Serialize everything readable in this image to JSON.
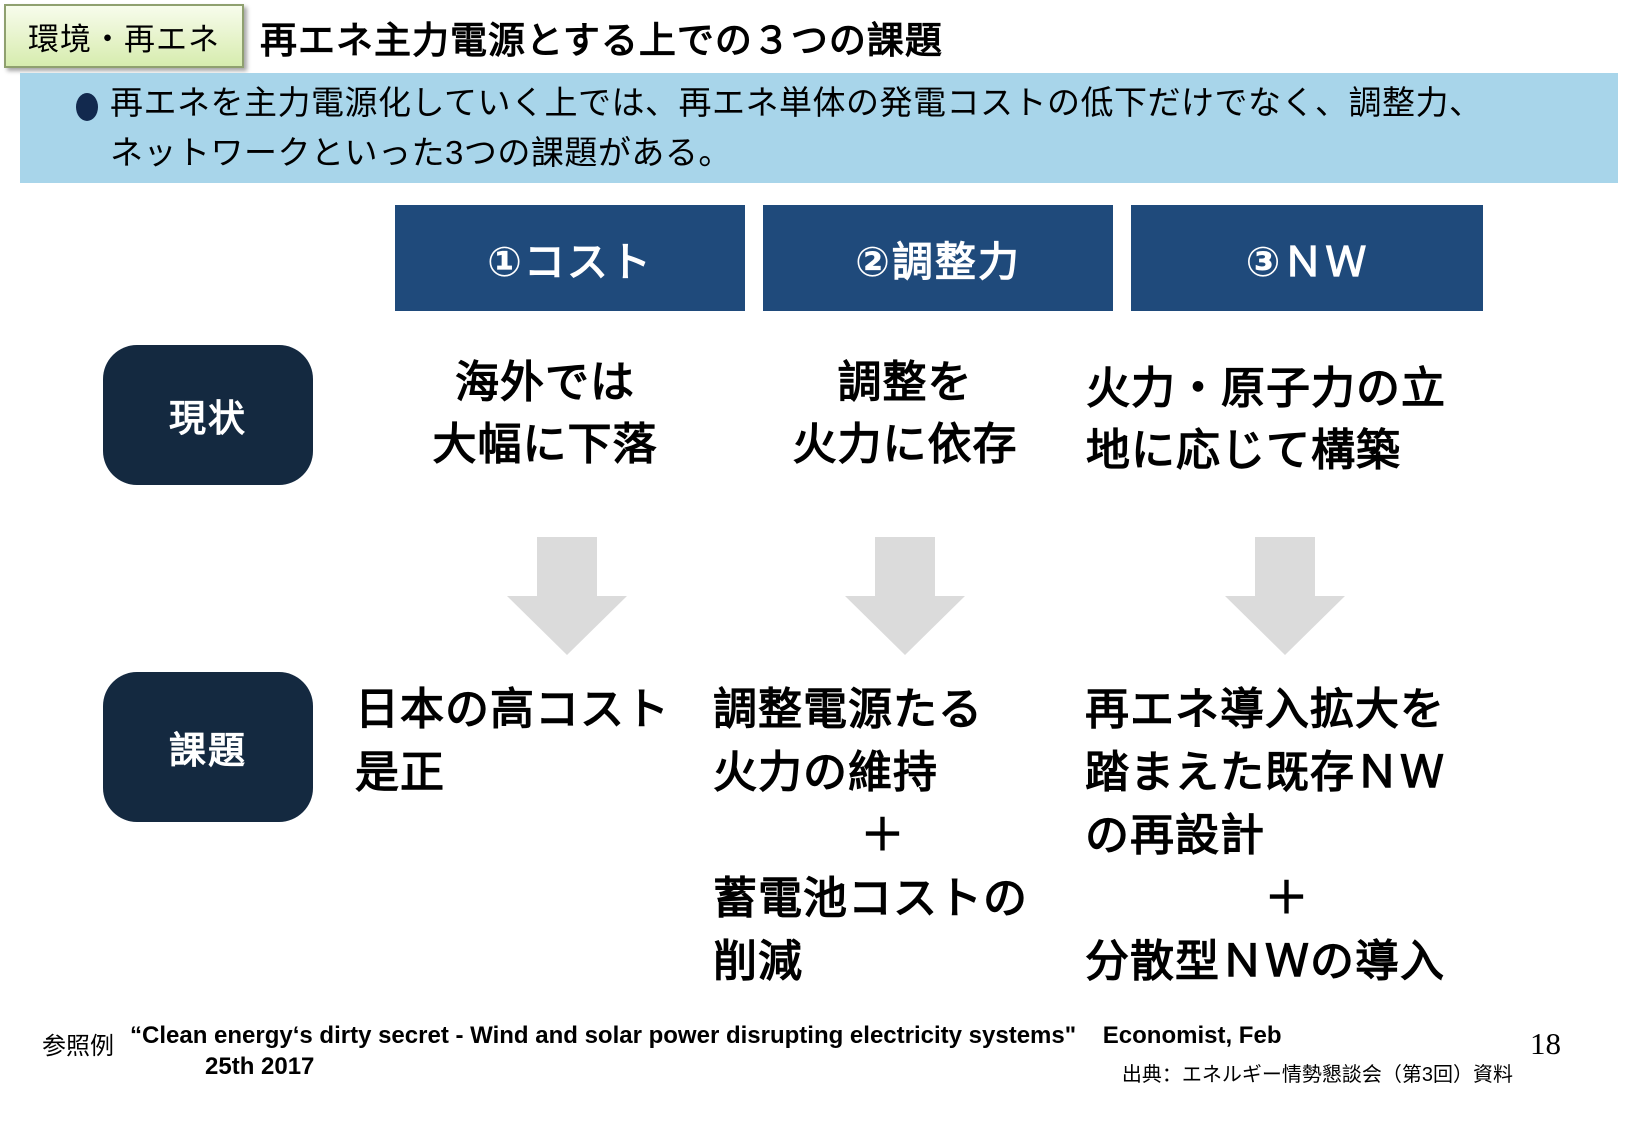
{
  "badge": {
    "label": "環境・再エネ"
  },
  "header": {
    "title": "再エネ主力電源とする上での３つの課題"
  },
  "summary": {
    "lines": [
      "再エネを主力電源化していく上では、再エネ単体の発電コストの低下だけでなく、調整力、",
      "ネットワークといった3つの課題がある。"
    ]
  },
  "rows": {
    "current_label": "現状",
    "issue_label": "課題"
  },
  "columns": [
    {
      "header": "①コスト",
      "current_lines": [
        "海外では",
        "大幅に下落"
      ],
      "issue_lines": [
        "日本の高コスト",
        "是正"
      ]
    },
    {
      "header": "②調整力",
      "current_lines": [
        "調整を",
        "火力に依存"
      ],
      "issue_lines": [
        "調整電源たる",
        "火力の維持",
        "＋",
        "蓄電池コストの",
        "削減"
      ]
    },
    {
      "header": "③ＮＷ",
      "current_lines": [
        "火力・原子力の立",
        "地に応じて構築"
      ],
      "issue_lines": [
        "再エネ導入拡大を",
        "踏まえた既存ＮＷ",
        "の再設計",
        "＋",
        "分散型ＮＷの導入"
      ]
    }
  ],
  "footer": {
    "ref_label": "参照例",
    "ref_line1": "“Clean energy‘s dirty secret - Wind and solar power disrupting electricity systems\"    Economist, Feb",
    "ref_line2": "25th 2017",
    "source": "出典：エネルギー情勢懇談会（第3回）資料",
    "page_number": "18"
  },
  "colors": {
    "header_box_blue": "#1f4a7b",
    "row_label_navy": "#142940",
    "banner_blue": "#a8d5ea",
    "bullet_navy": "#12294e",
    "badge_green": "#e0f1c0",
    "badge_border": "#8fa06f",
    "arrow_grey": "#dbdbdb"
  }
}
